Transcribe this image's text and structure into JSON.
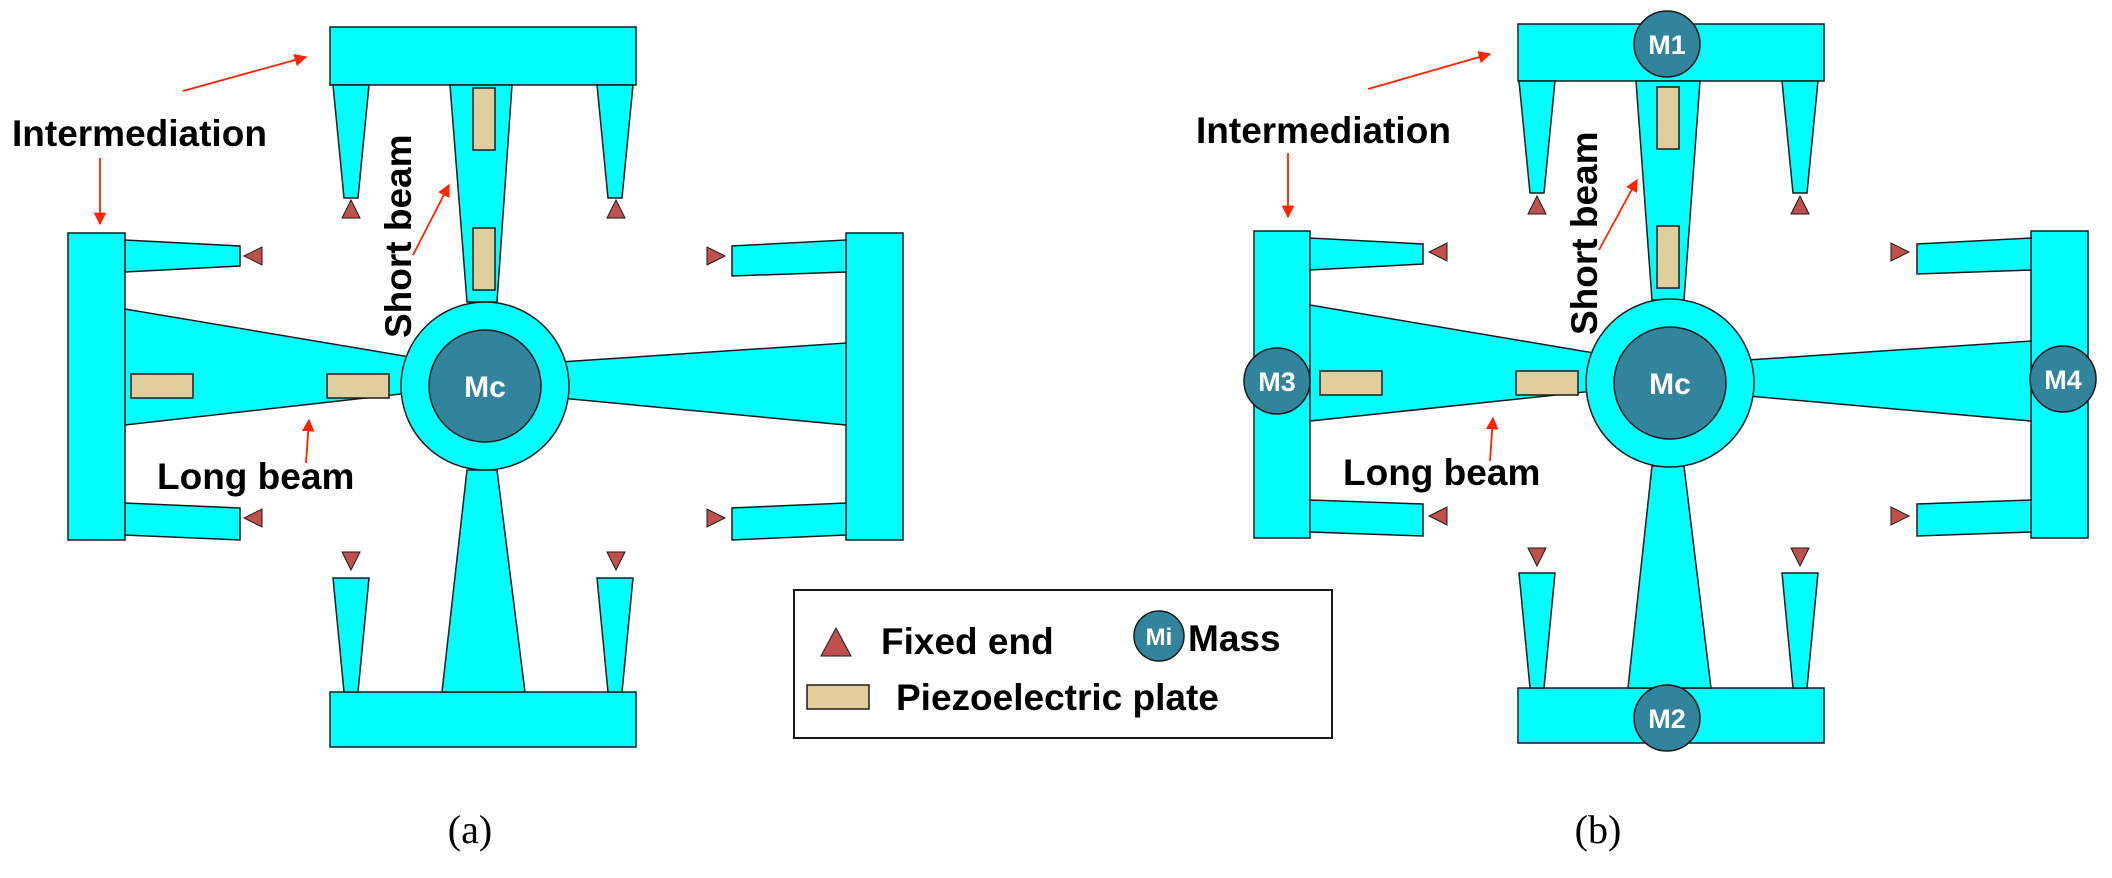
{
  "colors": {
    "structure": "#00ffff",
    "outline": "#1a1a1a",
    "piezo": "#e0cf9c",
    "fixed": "#c0504d",
    "mass": "#31849b",
    "arrow": "#ff2200"
  },
  "panels": [
    {
      "caption": "(a)",
      "labels": {
        "intermediation": "Intermediation",
        "short_beam": "Short beam",
        "long_beam": "Long beam"
      },
      "center_mass": "Mc",
      "masses": []
    },
    {
      "caption": "(b)",
      "labels": {
        "intermediation": "Intermediation",
        "short_beam": "Short beam",
        "long_beam": "Long beam"
      },
      "center_mass": "Mc",
      "masses": [
        "M1",
        "M2",
        "M3",
        "M4"
      ]
    }
  ],
  "legend": {
    "fixed_end": "Fixed end",
    "mass_symbol": "Mi",
    "mass": "Mass",
    "piezo": "Piezoelectric plate"
  }
}
